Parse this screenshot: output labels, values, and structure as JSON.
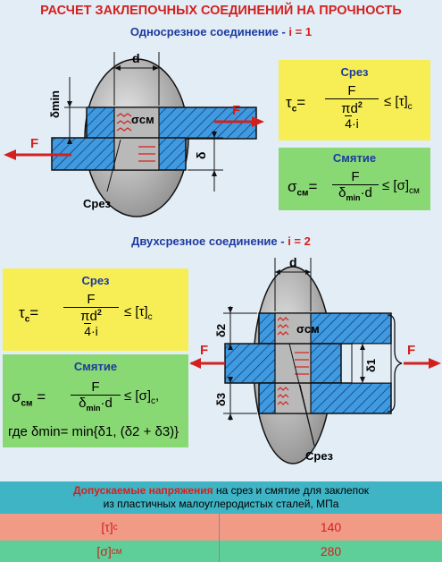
{
  "title": "РАСЧЕТ ЗАКЛЕПОЧНЫХ СОЕДИНЕНИЙ НА ПРОЧНОСТЬ",
  "single": {
    "heading": "Односрезное соединение - ",
    "heading_eq": "i = 1",
    "label_d": "d",
    "label_delta_min": "δmin",
    "label_sigma": "σсм",
    "label_delta": "δ",
    "label_F_left": "F",
    "label_F_right": "F",
    "label_srez": "Срез",
    "box_shear": {
      "title": "Срез",
      "lhs": "τ",
      "lhs_sub": "с",
      "num": "F",
      "den_top": "πd",
      "den_exp": "2",
      "den_bottom": "4",
      "den_i": "·i",
      "rhs": "≤ [τ]",
      "rhs_sub": "с"
    },
    "box_bearing": {
      "title": "Смятие",
      "lhs": "σ",
      "lhs_sub": "см",
      "num": "F",
      "den": "δ",
      "den_sub": "min",
      "den_tail": "·d",
      "rhs": "≤ [σ]",
      "rhs_sub": "см"
    }
  },
  "double": {
    "heading": "Двухсрезное соединение - ",
    "heading_eq": "i = 2",
    "label_d": "d",
    "label_d1": "δ1",
    "label_d2": "δ2",
    "label_d3": "δ3",
    "label_sigma": "σсм",
    "label_F_left": "F",
    "label_F_right": "F",
    "label_srez": "Срез",
    "box_shear": {
      "title": "Срез",
      "lhs": "τ",
      "lhs_sub": "с",
      "num": "F",
      "den_top": "πd",
      "den_exp": "2",
      "den_bottom": "4",
      "den_i": "·i",
      "rhs": "≤ [τ]",
      "rhs_sub": "с"
    },
    "box_bearing": {
      "title": "Смятие",
      "lhs": "σ",
      "lhs_sub": "см",
      "num": "F",
      "den": "δ",
      "den_sub": "min",
      "den_tail": "·d",
      "rhs": "≤ [σ]",
      "rhs_sub": "с",
      "rhs_tail": ",",
      "where": "где δmin= min{δ1, (δ2 + δ3)}"
    }
  },
  "table": {
    "caption_red": "Допускаемые напряжения",
    "caption_rest": " на срез и смятие для заклепок",
    "caption_line2": "из пластичных малоуглеродистых сталей, МПа",
    "rows": [
      {
        "name": "[τ]",
        "name_sub": "с",
        "value": "140",
        "color": "#f19a85"
      },
      {
        "name": "[σ]",
        "name_sub": "см",
        "value": "280",
        "color": "#5fcf9a"
      }
    ]
  },
  "colors": {
    "title_red": "#d4201d",
    "heading_blue": "#1d3aa0",
    "plate_blue": "#3f9ae0",
    "rivet_gray": "#a8a8a8",
    "yellow_box": "#f7ee55",
    "green_box": "#88d873",
    "table_header": "#3fb4c4"
  }
}
